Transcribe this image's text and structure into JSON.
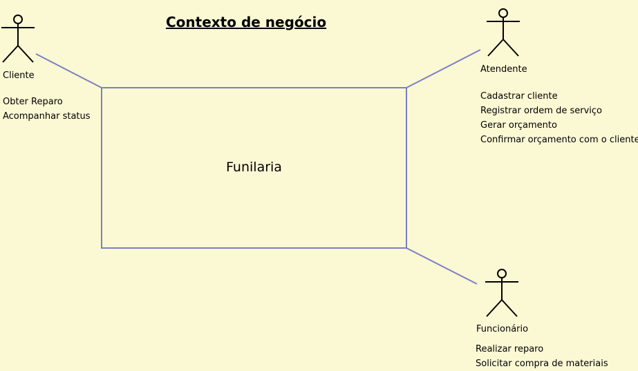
{
  "diagram": {
    "title": "Contexto de negócio",
    "system": {
      "label": "Funilaria"
    },
    "colors": {
      "background": "#fbf8d4",
      "connector": "#7b7fc4",
      "box_border": "#7b7fc4",
      "actor_stroke": "#000000"
    },
    "actors": [
      {
        "id": "cliente",
        "label": "Cliente",
        "icon": "stick-figure-icon",
        "actions": [
          "Obter Reparo",
          "Acompanhar status"
        ]
      },
      {
        "id": "atendente",
        "label": "Atendente",
        "icon": "stick-figure-icon",
        "actions": [
          "Cadastrar cliente",
          "Registrar ordem de serviço",
          "Gerar orçamento",
          "Confirmar orçamento com o cliente"
        ]
      },
      {
        "id": "funcionario",
        "label": "Funcionário",
        "icon": "stick-figure-icon",
        "actions": [
          "Realizar reparo",
          "Solicitar compra de materiais"
        ]
      }
    ]
  }
}
